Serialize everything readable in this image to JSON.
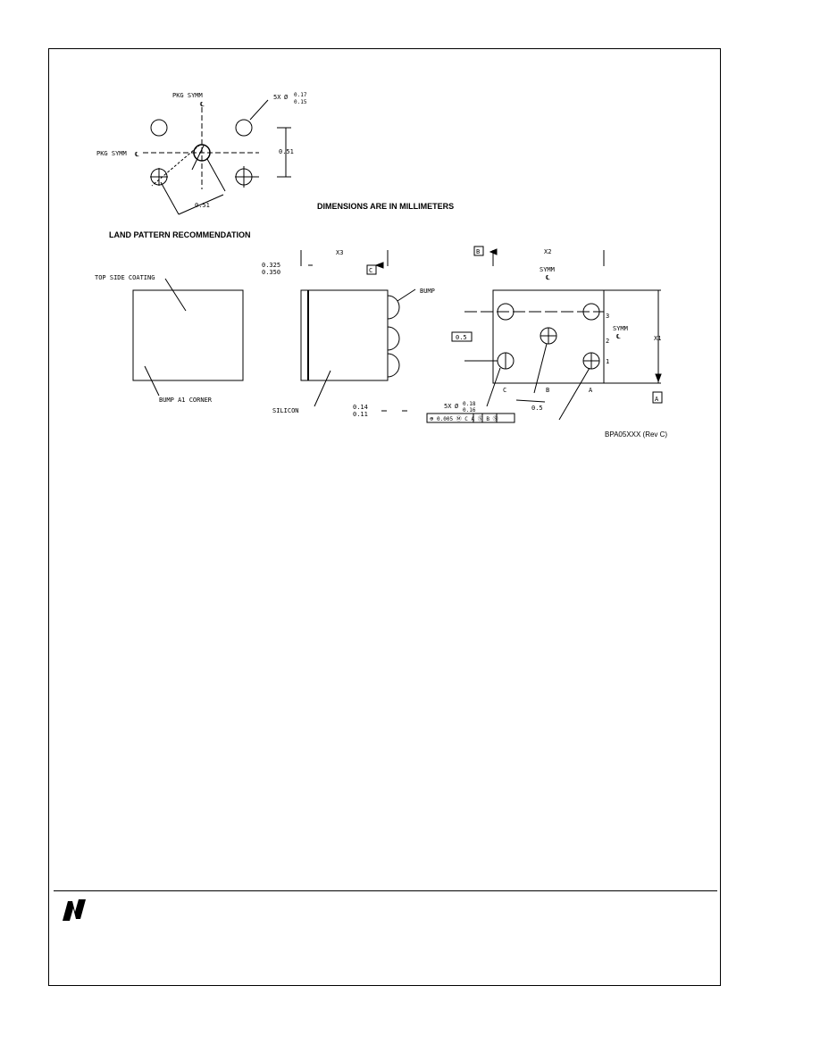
{
  "land_pattern": {
    "pkg_symm_top": "PKG SYMM",
    "centerline": "℄",
    "pkg_symm_side": "PKG SYMM",
    "hole_count": "5X",
    "hole_dia_upper": "0.17",
    "hole_dia_lower": "0.15",
    "pitch_vertical": "0.51",
    "pitch_diagonal": "0.51",
    "title": "LAND PATTERN RECOMMENDATION"
  },
  "dimensions_note": "DIMENSIONS ARE IN MILLIMETERS",
  "top_view": {
    "top_side_coating": "TOP SIDE COATING",
    "bump_a1_corner": "BUMP A1 CORNER"
  },
  "side_view": {
    "x3_label": "X3",
    "thickness_upper": "0.325",
    "thickness_lower": "0.350",
    "datum_c": "C",
    "bump_label": "BUMP",
    "silicon_label": "SILICON",
    "bump_height_upper": "0.14",
    "bump_height_lower": "0.11"
  },
  "bottom_view": {
    "datum_b": "B",
    "x2_label": "X2",
    "symm_label": "SYMM",
    "symm_centerline": "℄",
    "datum_a": "A",
    "x1_label": "X1",
    "pitch_left": "0.5",
    "pitch_bottom": "0.5",
    "row_1": "1",
    "row_2": "2",
    "row_3": "3",
    "col_a": "A",
    "col_b": "B",
    "col_c": "C",
    "bump_count": "5X",
    "bump_dia_upper": "0.18",
    "bump_dia_lower": "0.16",
    "tolerance_frame": "0.005 Ⓜ C A Ⓢ B Ⓢ"
  },
  "drawing_ref": "BPA05XXX (Rev C)"
}
